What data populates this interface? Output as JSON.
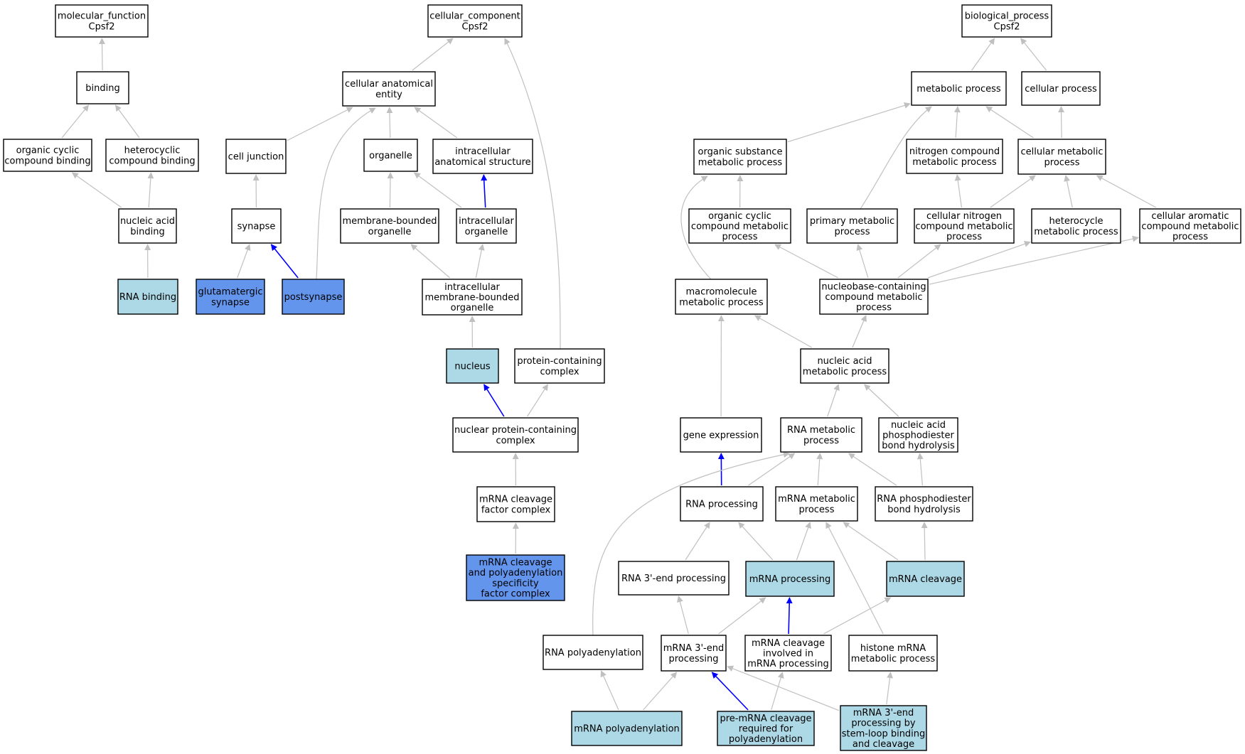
{
  "colors": {
    "node_default": "#ffffff",
    "node_light": "#add8e6",
    "node_dark": "#6495ed",
    "edge_default": "#c0c0c0",
    "edge_highlight": "#0000ff",
    "border": "#000000"
  },
  "nodes": [
    {
      "id": "mf_root",
      "lines": [
        "molecular_function",
        "Cpsf2"
      ],
      "fill": "default"
    },
    {
      "id": "binding",
      "lines": [
        "binding"
      ],
      "fill": "default"
    },
    {
      "id": "organic_cyclic_binding",
      "lines": [
        "organic cyclic",
        "compound binding"
      ],
      "fill": "default"
    },
    {
      "id": "heterocyclic_binding",
      "lines": [
        "heterocyclic",
        "compound binding"
      ],
      "fill": "default"
    },
    {
      "id": "nucleic_acid_binding",
      "lines": [
        "nucleic acid",
        "binding"
      ],
      "fill": "default"
    },
    {
      "id": "rna_binding",
      "lines": [
        "RNA binding"
      ],
      "fill": "light"
    },
    {
      "id": "cc_root",
      "lines": [
        "cellular_component",
        "Cpsf2"
      ],
      "fill": "default"
    },
    {
      "id": "cellular_anatomical_entity",
      "lines": [
        "cellular anatomical",
        "entity"
      ],
      "fill": "default"
    },
    {
      "id": "cell_junction",
      "lines": [
        "cell junction"
      ],
      "fill": "default"
    },
    {
      "id": "organelle",
      "lines": [
        "organelle"
      ],
      "fill": "default"
    },
    {
      "id": "intracellular_anatomical_structure",
      "lines": [
        "intracellular",
        "anatomical structure"
      ],
      "fill": "default"
    },
    {
      "id": "synapse",
      "lines": [
        "synapse"
      ],
      "fill": "default"
    },
    {
      "id": "membrane_bounded_organelle",
      "lines": [
        "membrane-bounded",
        "organelle"
      ],
      "fill": "default"
    },
    {
      "id": "intracellular_organelle",
      "lines": [
        "intracellular",
        "organelle"
      ],
      "fill": "default"
    },
    {
      "id": "glutamatergic_synapse",
      "lines": [
        "glutamatergic",
        "synapse"
      ],
      "fill": "dark"
    },
    {
      "id": "postsynapse",
      "lines": [
        "postsynapse"
      ],
      "fill": "dark"
    },
    {
      "id": "intracellular_mb_organelle",
      "lines": [
        "intracellular",
        "membrane-bounded",
        "organelle"
      ],
      "fill": "default"
    },
    {
      "id": "nucleus",
      "lines": [
        "nucleus"
      ],
      "fill": "light"
    },
    {
      "id": "protein_containing_complex",
      "lines": [
        "protein-containing",
        "complex"
      ],
      "fill": "default"
    },
    {
      "id": "nuclear_protein_containing_complex",
      "lines": [
        "nuclear protein-containing",
        "complex"
      ],
      "fill": "default"
    },
    {
      "id": "mrna_cleavage_factor_complex",
      "lines": [
        "mRNA cleavage",
        "factor complex"
      ],
      "fill": "default"
    },
    {
      "id": "cpsf_complex",
      "lines": [
        "mRNA cleavage",
        "and polyadenylation",
        "specificity",
        "factor complex"
      ],
      "fill": "dark"
    },
    {
      "id": "bp_root",
      "lines": [
        "biological_process",
        "Cpsf2"
      ],
      "fill": "default"
    },
    {
      "id": "metabolic_process",
      "lines": [
        "metabolic process"
      ],
      "fill": "default"
    },
    {
      "id": "cellular_process",
      "lines": [
        "cellular process"
      ],
      "fill": "default"
    },
    {
      "id": "organic_substance_mp",
      "lines": [
        "organic substance",
        "metabolic process"
      ],
      "fill": "default"
    },
    {
      "id": "nitrogen_compound_mp",
      "lines": [
        "nitrogen compound",
        "metabolic process"
      ],
      "fill": "default"
    },
    {
      "id": "cellular_mp",
      "lines": [
        "cellular metabolic",
        "process"
      ],
      "fill": "default"
    },
    {
      "id": "organic_cyclic_mp",
      "lines": [
        "organic cyclic",
        "compound metabolic",
        "process"
      ],
      "fill": "default"
    },
    {
      "id": "primary_mp",
      "lines": [
        "primary metabolic",
        "process"
      ],
      "fill": "default"
    },
    {
      "id": "cellular_nitrogen_mp",
      "lines": [
        "cellular nitrogen",
        "compound metabolic",
        "process"
      ],
      "fill": "default"
    },
    {
      "id": "heterocycle_mp",
      "lines": [
        "heterocycle",
        "metabolic process"
      ],
      "fill": "default"
    },
    {
      "id": "cellular_aromatic_mp",
      "lines": [
        "cellular aromatic",
        "compound metabolic",
        "process"
      ],
      "fill": "default"
    },
    {
      "id": "macromolecule_mp",
      "lines": [
        "macromolecule",
        "metabolic process"
      ],
      "fill": "default"
    },
    {
      "id": "nucleobase_mp",
      "lines": [
        "nucleobase-containing",
        "compound metabolic",
        "process"
      ],
      "fill": "default"
    },
    {
      "id": "nucleic_acid_mp",
      "lines": [
        "nucleic acid",
        "metabolic process"
      ],
      "fill": "default"
    },
    {
      "id": "gene_expression",
      "lines": [
        "gene expression"
      ],
      "fill": "default"
    },
    {
      "id": "rna_mp",
      "lines": [
        "RNA metabolic",
        "process"
      ],
      "fill": "default"
    },
    {
      "id": "nucleic_acid_phosphodiester",
      "lines": [
        "nucleic acid",
        "phosphodiester",
        "bond hydrolysis"
      ],
      "fill": "default"
    },
    {
      "id": "rna_processing",
      "lines": [
        "RNA processing"
      ],
      "fill": "default"
    },
    {
      "id": "mrna_mp",
      "lines": [
        "mRNA metabolic",
        "process"
      ],
      "fill": "default"
    },
    {
      "id": "rna_phosphodiester",
      "lines": [
        "RNA phosphodiester",
        "bond hydrolysis"
      ],
      "fill": "default"
    },
    {
      "id": "rna_3end_processing",
      "lines": [
        "RNA 3'-end processing"
      ],
      "fill": "default"
    },
    {
      "id": "mrna_processing",
      "lines": [
        "mRNA processing"
      ],
      "fill": "light"
    },
    {
      "id": "mrna_cleavage",
      "lines": [
        "mRNA cleavage"
      ],
      "fill": "light"
    },
    {
      "id": "rna_polyadenylation",
      "lines": [
        "RNA polyadenylation"
      ],
      "fill": "default"
    },
    {
      "id": "mrna_3end_processing",
      "lines": [
        "mRNA 3'-end",
        "processing"
      ],
      "fill": "default"
    },
    {
      "id": "mrna_cleavage_in_processing",
      "lines": [
        "mRNA cleavage",
        "involved in",
        "mRNA processing"
      ],
      "fill": "default"
    },
    {
      "id": "histone_mrna_mp",
      "lines": [
        "histone mRNA",
        "metabolic process"
      ],
      "fill": "default"
    },
    {
      "id": "mrna_polyadenylation",
      "lines": [
        "mRNA polyadenylation"
      ],
      "fill": "light"
    },
    {
      "id": "pre_mrna_cleavage",
      "lines": [
        "pre-mRNA cleavage",
        "required for",
        "polyadenylation"
      ],
      "fill": "light"
    },
    {
      "id": "mrna_3end_stemloop",
      "lines": [
        "mRNA 3'-end",
        "processing by",
        "stem-loop binding",
        "and cleavage"
      ],
      "fill": "light"
    }
  ],
  "edges": [
    {
      "from": "binding",
      "to": "mf_root",
      "color": "default"
    },
    {
      "from": "organic_cyclic_binding",
      "to": "binding",
      "color": "default"
    },
    {
      "from": "heterocyclic_binding",
      "to": "binding",
      "color": "default"
    },
    {
      "from": "nucleic_acid_binding",
      "to": "organic_cyclic_binding",
      "color": "default"
    },
    {
      "from": "nucleic_acid_binding",
      "to": "heterocyclic_binding",
      "color": "default"
    },
    {
      "from": "rna_binding",
      "to": "nucleic_acid_binding",
      "color": "default"
    },
    {
      "from": "cellular_anatomical_entity",
      "to": "cc_root",
      "color": "default"
    },
    {
      "from": "protein_containing_complex",
      "to": "cc_root",
      "color": "default"
    },
    {
      "from": "cell_junction",
      "to": "cellular_anatomical_entity",
      "color": "default"
    },
    {
      "from": "organelle",
      "to": "cellular_anatomical_entity",
      "color": "default"
    },
    {
      "from": "intracellular_anatomical_structure",
      "to": "cellular_anatomical_entity",
      "color": "default"
    },
    {
      "from": "postsynapse",
      "to": "cellular_anatomical_entity",
      "color": "default"
    },
    {
      "from": "synapse",
      "to": "cell_junction",
      "color": "default"
    },
    {
      "from": "membrane_bounded_organelle",
      "to": "organelle",
      "color": "default"
    },
    {
      "from": "intracellular_organelle",
      "to": "organelle",
      "color": "default"
    },
    {
      "from": "intracellular_organelle",
      "to": "intracellular_anatomical_structure",
      "color": "highlight"
    },
    {
      "from": "glutamatergic_synapse",
      "to": "synapse",
      "color": "default"
    },
    {
      "from": "postsynapse",
      "to": "synapse",
      "color": "highlight"
    },
    {
      "from": "intracellular_mb_organelle",
      "to": "membrane_bounded_organelle",
      "color": "default"
    },
    {
      "from": "intracellular_mb_organelle",
      "to": "intracellular_organelle",
      "color": "default"
    },
    {
      "from": "nucleus",
      "to": "intracellular_mb_organelle",
      "color": "default"
    },
    {
      "from": "nuclear_protein_containing_complex",
      "to": "nucleus",
      "color": "highlight"
    },
    {
      "from": "nuclear_protein_containing_complex",
      "to": "protein_containing_complex",
      "color": "default"
    },
    {
      "from": "mrna_cleavage_factor_complex",
      "to": "nuclear_protein_containing_complex",
      "color": "default"
    },
    {
      "from": "cpsf_complex",
      "to": "mrna_cleavage_factor_complex",
      "color": "default"
    },
    {
      "from": "metabolic_process",
      "to": "bp_root",
      "color": "default"
    },
    {
      "from": "cellular_process",
      "to": "bp_root",
      "color": "default"
    },
    {
      "from": "organic_substance_mp",
      "to": "metabolic_process",
      "color": "default"
    },
    {
      "from": "nitrogen_compound_mp",
      "to": "metabolic_process",
      "color": "default"
    },
    {
      "from": "cellular_mp",
      "to": "metabolic_process",
      "color": "default"
    },
    {
      "from": "primary_mp",
      "to": "metabolic_process",
      "color": "default"
    },
    {
      "from": "cellular_mp",
      "to": "cellular_process",
      "color": "default"
    },
    {
      "from": "organic_cyclic_mp",
      "to": "organic_substance_mp",
      "color": "default"
    },
    {
      "from": "macromolecule_mp",
      "to": "organic_substance_mp",
      "color": "default"
    },
    {
      "from": "cellular_nitrogen_mp",
      "to": "nitrogen_compound_mp",
      "color": "default"
    },
    {
      "from": "cellular_nitrogen_mp",
      "to": "cellular_mp",
      "color": "default"
    },
    {
      "from": "heterocycle_mp",
      "to": "cellular_mp",
      "color": "default"
    },
    {
      "from": "cellular_aromatic_mp",
      "to": "cellular_mp",
      "color": "default"
    },
    {
      "from": "nucleobase_mp",
      "to": "organic_cyclic_mp",
      "color": "default"
    },
    {
      "from": "nucleobase_mp",
      "to": "primary_mp",
      "color": "default"
    },
    {
      "from": "nucleobase_mp",
      "to": "cellular_nitrogen_mp",
      "color": "default"
    },
    {
      "from": "nucleobase_mp",
      "to": "heterocycle_mp",
      "color": "default"
    },
    {
      "from": "nucleobase_mp",
      "to": "cellular_aromatic_mp",
      "color": "default"
    },
    {
      "from": "nucleic_acid_mp",
      "to": "macromolecule_mp",
      "color": "default"
    },
    {
      "from": "nucleic_acid_mp",
      "to": "nucleobase_mp",
      "color": "default"
    },
    {
      "from": "gene_expression",
      "to": "macromolecule_mp",
      "color": "default"
    },
    {
      "from": "rna_mp",
      "to": "nucleic_acid_mp",
      "color": "default"
    },
    {
      "from": "nucleic_acid_phosphodiester",
      "to": "nucleic_acid_mp",
      "color": "default"
    },
    {
      "from": "rna_processing",
      "to": "gene_expression",
      "color": "highlight"
    },
    {
      "from": "rna_processing",
      "to": "rna_mp",
      "color": "default"
    },
    {
      "from": "mrna_mp",
      "to": "rna_mp",
      "color": "default"
    },
    {
      "from": "rna_phosphodiester",
      "to": "rna_mp",
      "color": "default"
    },
    {
      "from": "rna_polyadenylation",
      "to": "rna_mp",
      "color": "default"
    },
    {
      "from": "rna_phosphodiester",
      "to": "nucleic_acid_phosphodiester",
      "color": "default"
    },
    {
      "from": "rna_3end_processing",
      "to": "rna_processing",
      "color": "default"
    },
    {
      "from": "mrna_processing",
      "to": "rna_processing",
      "color": "default"
    },
    {
      "from": "mrna_processing",
      "to": "mrna_mp",
      "color": "default"
    },
    {
      "from": "mrna_cleavage",
      "to": "mrna_mp",
      "color": "default"
    },
    {
      "from": "histone_mrna_mp",
      "to": "mrna_mp",
      "color": "default"
    },
    {
      "from": "mrna_cleavage",
      "to": "rna_phosphodiester",
      "color": "default"
    },
    {
      "from": "mrna_3end_processing",
      "to": "rna_3end_processing",
      "color": "default"
    },
    {
      "from": "mrna_3end_processing",
      "to": "mrna_processing",
      "color": "default"
    },
    {
      "from": "mrna_cleavage_in_processing",
      "to": "mrna_processing",
      "color": "highlight"
    },
    {
      "from": "mrna_cleavage_in_processing",
      "to": "mrna_cleavage",
      "color": "default"
    },
    {
      "from": "mrna_polyadenylation",
      "to": "rna_polyadenylation",
      "color": "default"
    },
    {
      "from": "mrna_polyadenylation",
      "to": "mrna_3end_processing",
      "color": "default"
    },
    {
      "from": "pre_mrna_cleavage",
      "to": "mrna_3end_processing",
      "color": "highlight"
    },
    {
      "from": "pre_mrna_cleavage",
      "to": "mrna_cleavage_in_processing",
      "color": "default"
    },
    {
      "from": "mrna_3end_stemloop",
      "to": "mrna_3end_processing",
      "color": "default"
    },
    {
      "from": "mrna_3end_stemloop",
      "to": "histone_mrna_mp",
      "color": "default"
    }
  ]
}
